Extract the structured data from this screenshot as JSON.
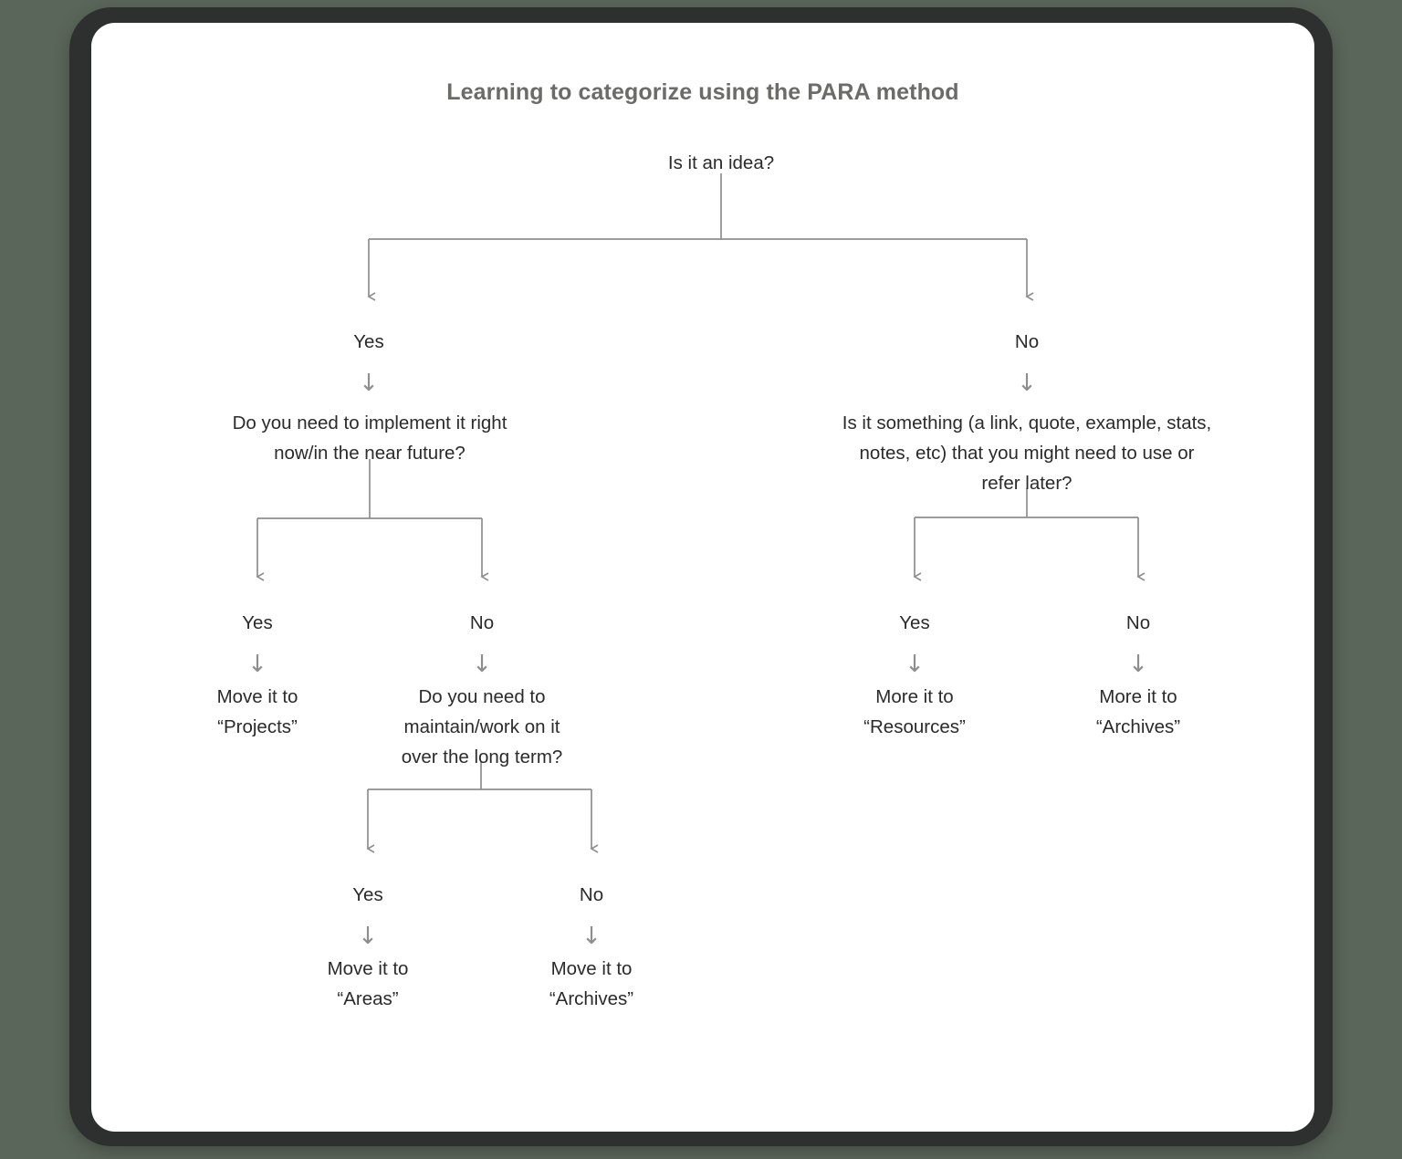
{
  "title": "Learning to categorize using the PARA method",
  "arrow_glyph": "↓",
  "colors": {
    "page_background": "#5b665a",
    "bezel": "#2e3030",
    "card": "#ffffff",
    "title_text": "#6b6b68",
    "body_text": "#2b2b2b",
    "connector": "#8e8e8e"
  },
  "nodes": {
    "root": "Is it an idea?",
    "q_implement": "Do you need to implement it right\nnow/in the near future?",
    "q_reference": "Is it something (a link, quote, example, stats,\nnotes, etc) that you might need to use or\nrefer later?",
    "q_maintain": "Do you need to\nmaintain/work on it\nover the long term?",
    "leaf_projects": "Move it to\n“Projects”",
    "leaf_areas": "Move it to\n“Areas”",
    "leaf_archives_left": "Move it to\n“Archives”",
    "leaf_resources": "More it to\n“Resources”",
    "leaf_archives_right": "More it to\n“Archives”"
  },
  "branch_labels": {
    "root_yes": "Yes",
    "root_no": "No",
    "implement_yes": "Yes",
    "implement_no": "No",
    "maintain_yes": "Yes",
    "maintain_no": "No",
    "reference_yes": "Yes",
    "reference_no": "No"
  },
  "chart_data": {
    "type": "diagram",
    "diagram_kind": "decision-tree-flowchart",
    "title": "Learning to categorize using the PARA method",
    "nodes": [
      {
        "id": "root",
        "text": "Is it an idea?",
        "kind": "question",
        "level": 0
      },
      {
        "id": "q_implement",
        "text": "Do you need to implement it right now/in the near future?",
        "kind": "question",
        "level": 1
      },
      {
        "id": "q_reference",
        "text": "Is it something (a link, quote, example, stats, notes, etc) that you might need to use or refer later?",
        "kind": "question",
        "level": 1
      },
      {
        "id": "leaf_projects",
        "text": "Move it to “Projects”",
        "kind": "outcome",
        "level": 2
      },
      {
        "id": "q_maintain",
        "text": "Do you need to maintain/work on it over the long term?",
        "kind": "question",
        "level": 2
      },
      {
        "id": "leaf_resources",
        "text": "More it to “Resources”",
        "kind": "outcome",
        "level": 2
      },
      {
        "id": "leaf_archives_right",
        "text": "More it to “Archives”",
        "kind": "outcome",
        "level": 2
      },
      {
        "id": "leaf_areas",
        "text": "Move it to “Areas”",
        "kind": "outcome",
        "level": 3
      },
      {
        "id": "leaf_archives_left",
        "text": "Move it to “Archives”",
        "kind": "outcome",
        "level": 3
      }
    ],
    "edges": [
      {
        "from": "root",
        "to": "q_implement",
        "label": "Yes"
      },
      {
        "from": "root",
        "to": "q_reference",
        "label": "No"
      },
      {
        "from": "q_implement",
        "to": "leaf_projects",
        "label": "Yes"
      },
      {
        "from": "q_implement",
        "to": "q_maintain",
        "label": "No"
      },
      {
        "from": "q_reference",
        "to": "leaf_resources",
        "label": "Yes"
      },
      {
        "from": "q_reference",
        "to": "leaf_archives_right",
        "label": "No"
      },
      {
        "from": "q_maintain",
        "to": "leaf_areas",
        "label": "Yes"
      },
      {
        "from": "q_maintain",
        "to": "leaf_archives_left",
        "label": "No"
      }
    ]
  }
}
